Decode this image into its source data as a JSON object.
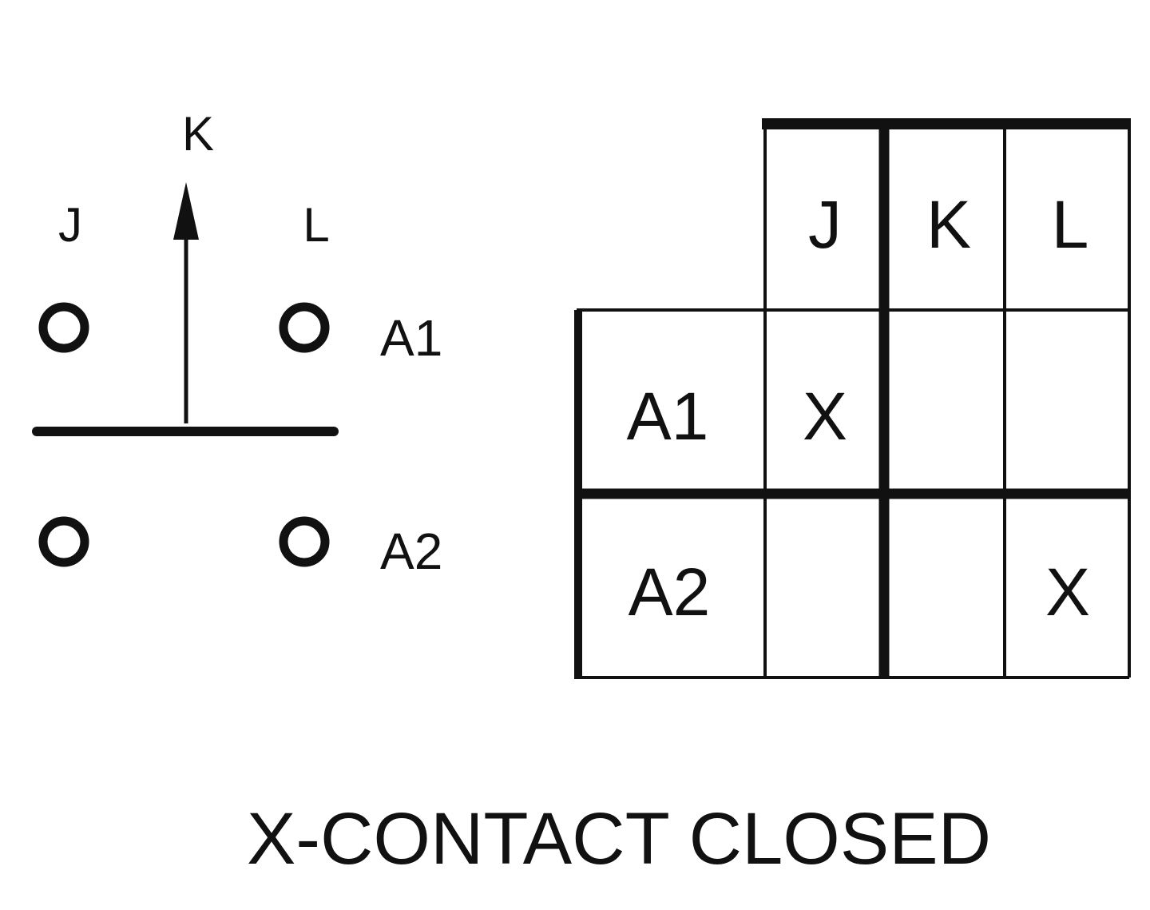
{
  "schematic": {
    "labels": {
      "k": "K",
      "j": "J",
      "l": "L",
      "a1": "A1",
      "a2": "A2"
    }
  },
  "table": {
    "columns": [
      "J",
      "K",
      "L"
    ],
    "rows": [
      {
        "label": "A1",
        "cells": [
          "X",
          "",
          ""
        ]
      },
      {
        "label": "A2",
        "cells": [
          "",
          "",
          "X"
        ]
      }
    ]
  },
  "caption": "X-CONTACT CLOSED",
  "colors": {
    "ink": "#111111",
    "background": "#ffffff"
  }
}
